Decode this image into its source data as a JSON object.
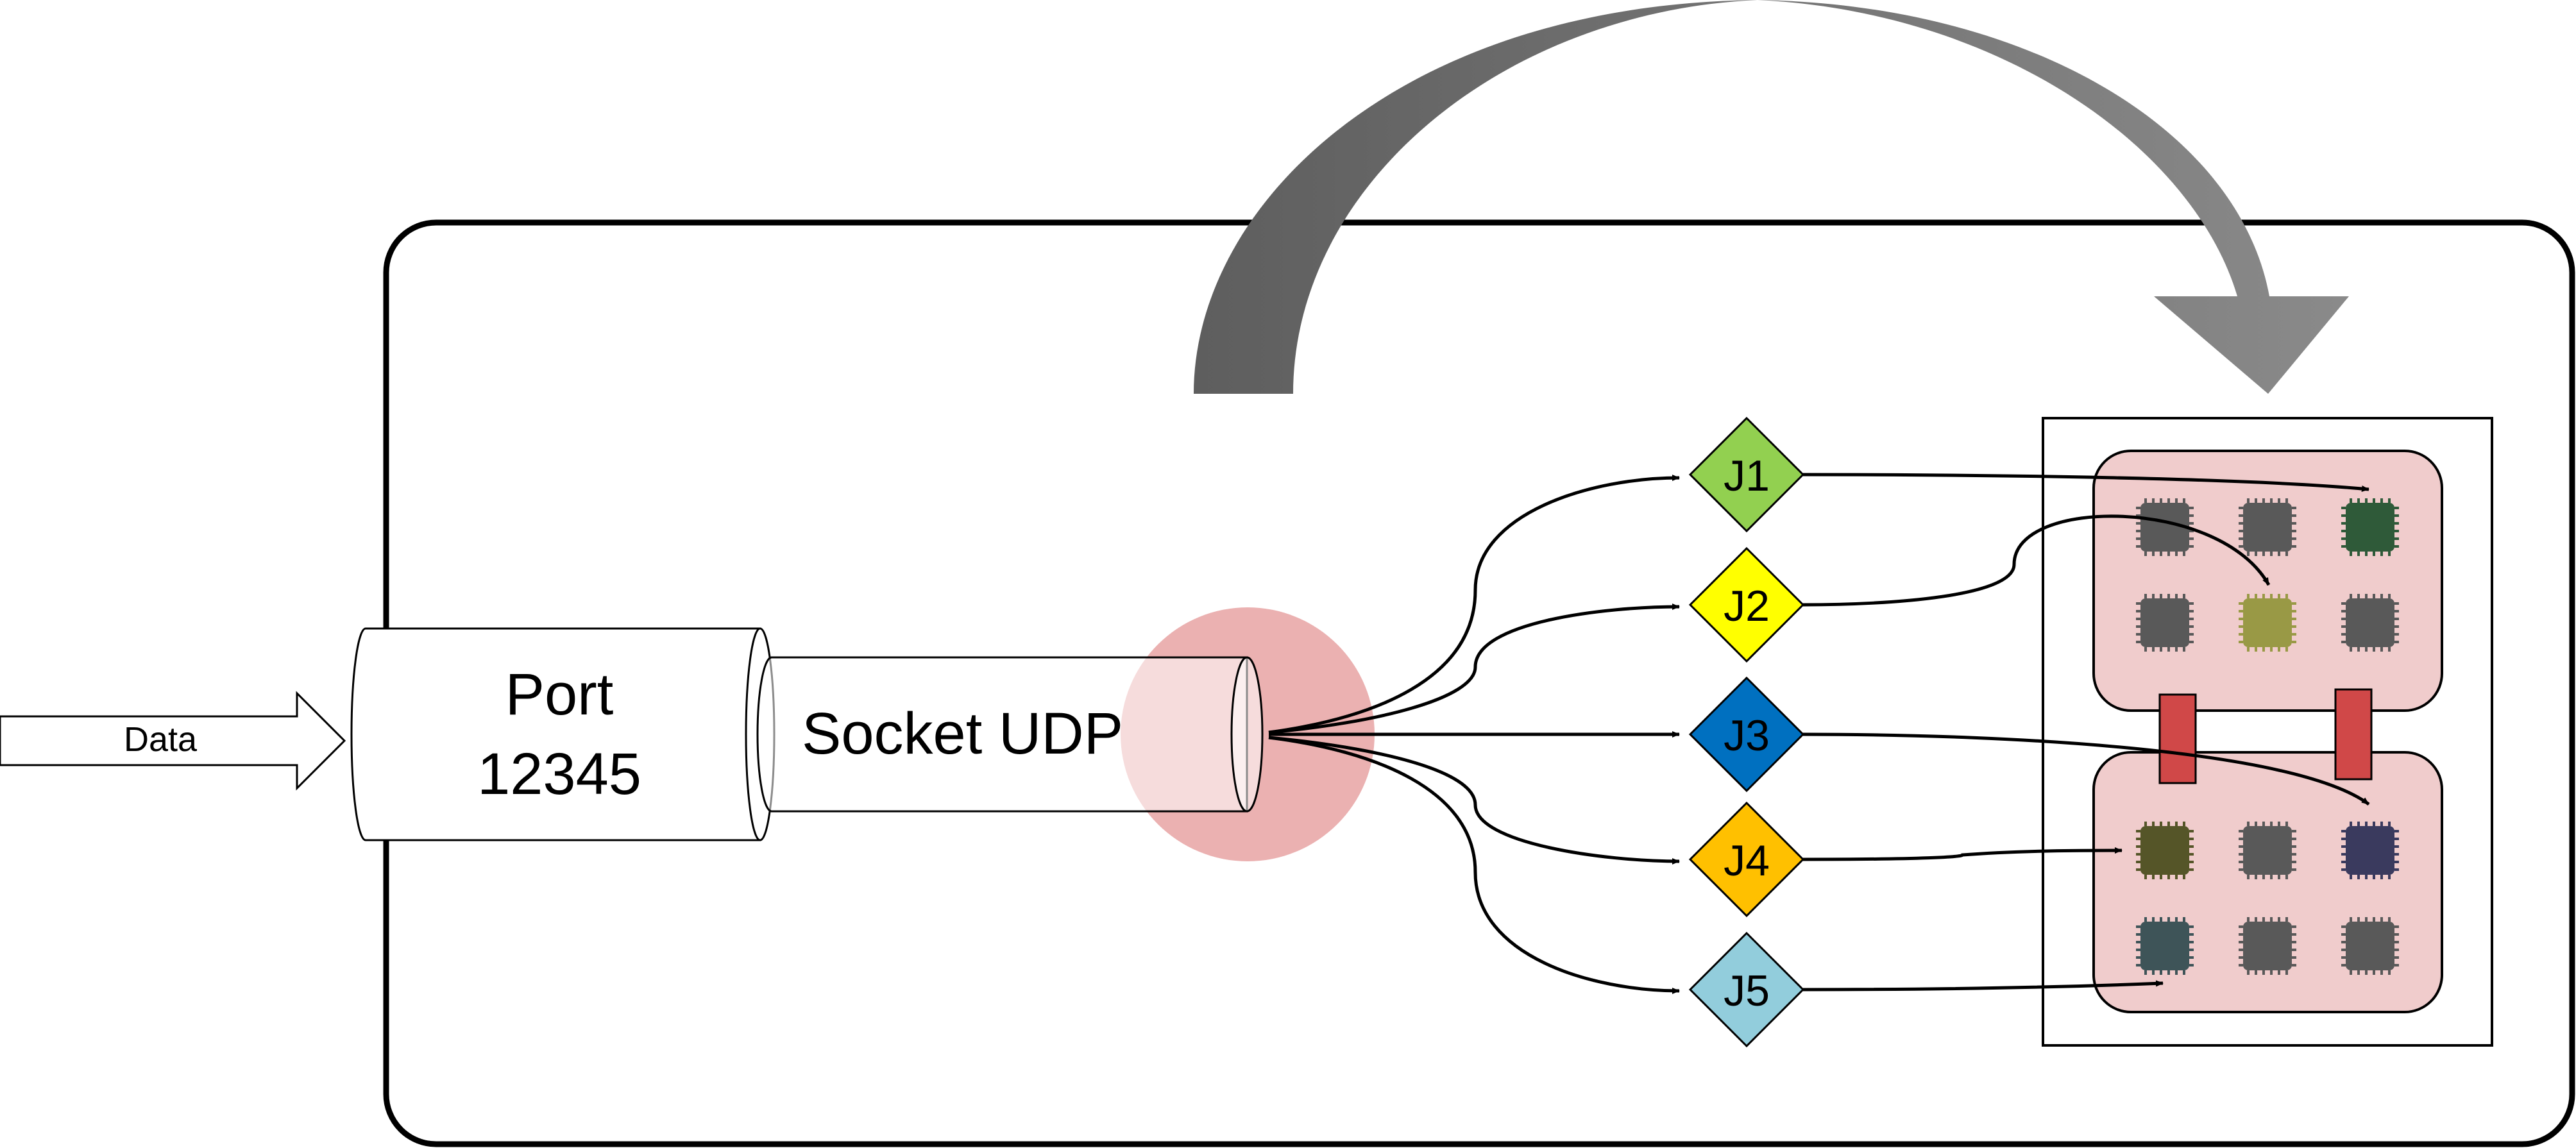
{
  "data_label": "Data",
  "port": {
    "line1": "Port",
    "line2": "12345"
  },
  "socket_label": "Socket UDP",
  "jobs": [
    {
      "label": "J1",
      "color": "#92d050"
    },
    {
      "label": "J2",
      "color": "#ffff00"
    },
    {
      "label": "J3",
      "color": "#0070c0"
    },
    {
      "label": "J4",
      "color": "#ffc000"
    },
    {
      "label": "J5",
      "color": "#92cddc"
    }
  ],
  "colors": {
    "curved_arrow": "#6f6f6f",
    "socket_highlight": "#e8a3a3",
    "numa_node": "#f0cccc",
    "interconnect": "#d04848",
    "core_default": "#595959",
    "core_j1": "#2f5a39",
    "core_j2": "#999945",
    "core_j3": "#3a3a5e",
    "core_j4": "#555528",
    "core_j5": "#3e5458"
  }
}
